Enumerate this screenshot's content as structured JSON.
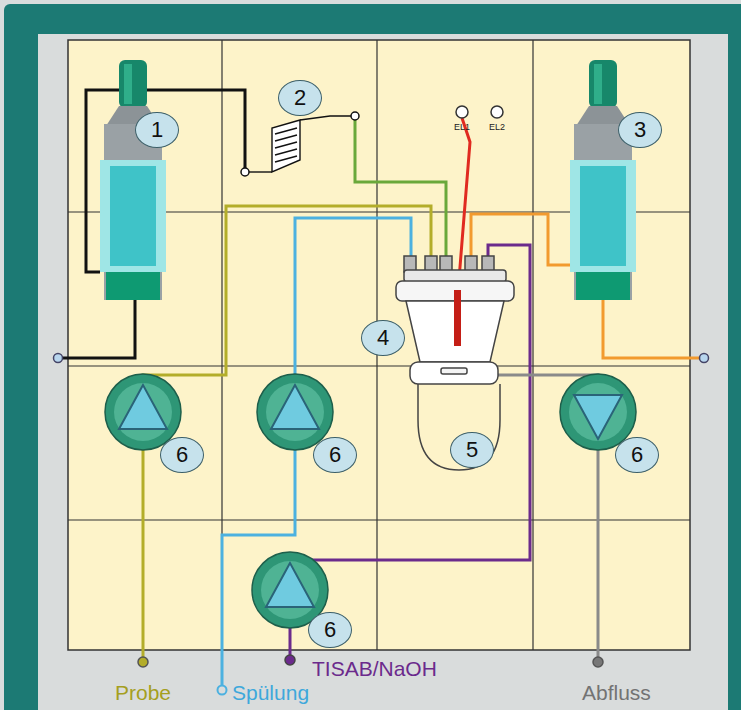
{
  "diagram": {
    "labels": [
      "1",
      "2",
      "EL1",
      "EL2",
      "3",
      "4",
      "6",
      "6",
      "5",
      "6",
      "6",
      "TISAB/NaOH",
      "Probe",
      "Spülung",
      "Abfluss"
    ]
  }
}
